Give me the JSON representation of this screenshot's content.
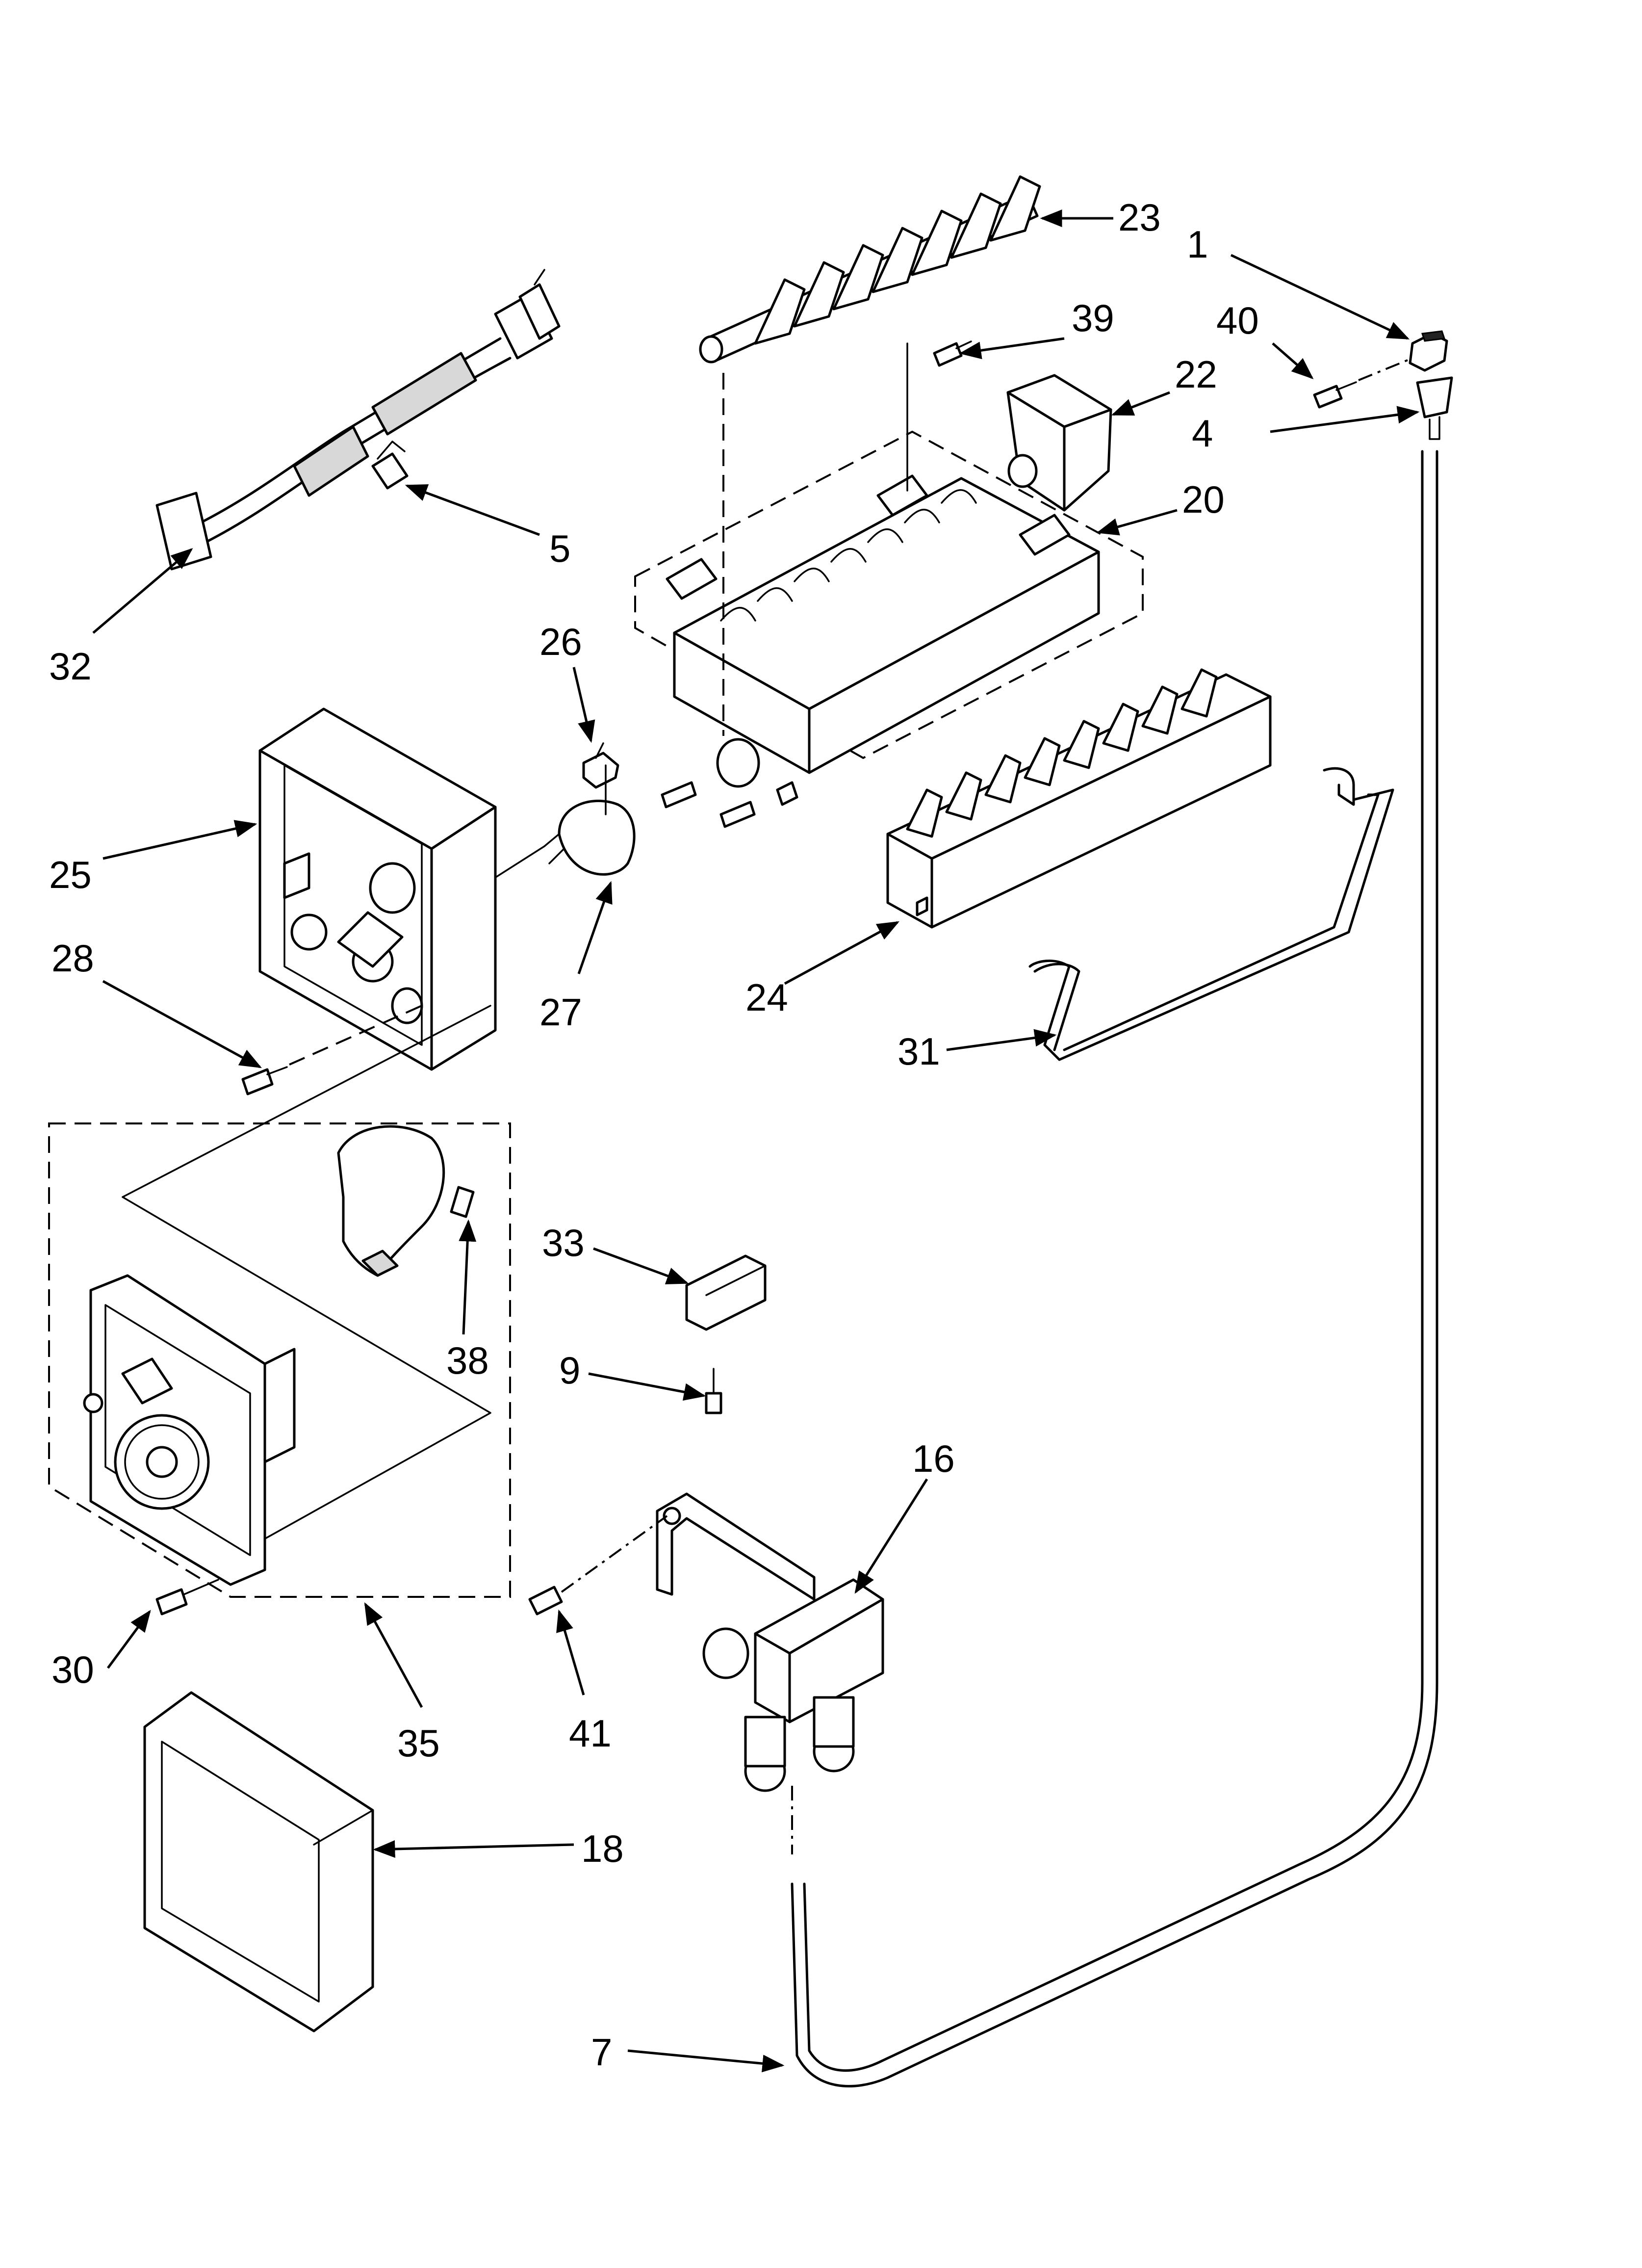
{
  "callouts": [
    {
      "id": "c1",
      "text": "1"
    },
    {
      "id": "c4",
      "text": "4"
    },
    {
      "id": "c5",
      "text": "5"
    },
    {
      "id": "c7",
      "text": "7"
    },
    {
      "id": "c9",
      "text": "9"
    },
    {
      "id": "c16",
      "text": "16"
    },
    {
      "id": "c18",
      "text": "18"
    },
    {
      "id": "c20",
      "text": "20"
    },
    {
      "id": "c22",
      "text": "22"
    },
    {
      "id": "c23",
      "text": "23"
    },
    {
      "id": "c24",
      "text": "24"
    },
    {
      "id": "c25",
      "text": "25"
    },
    {
      "id": "c26",
      "text": "26"
    },
    {
      "id": "c27",
      "text": "27"
    },
    {
      "id": "c28",
      "text": "28"
    },
    {
      "id": "c30",
      "text": "30"
    },
    {
      "id": "c31",
      "text": "31"
    },
    {
      "id": "c32",
      "text": "32"
    },
    {
      "id": "c33",
      "text": "33"
    },
    {
      "id": "c35",
      "text": "35"
    },
    {
      "id": "c38",
      "text": "38"
    },
    {
      "id": "c39",
      "text": "39"
    },
    {
      "id": "c40",
      "text": "40"
    },
    {
      "id": "c41",
      "text": "41"
    }
  ],
  "colors": {
    "line": "#000000",
    "background": "#ffffff",
    "shade": "#d8d8d8"
  }
}
